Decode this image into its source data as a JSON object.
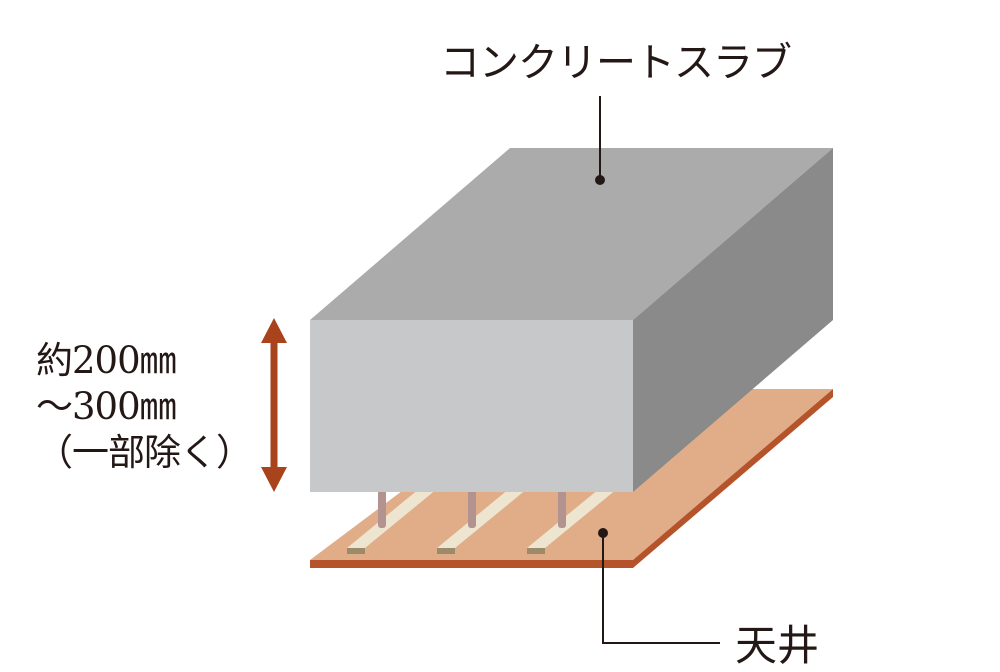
{
  "labels": {
    "slab": "コンクリートスラブ",
    "ceiling": "天井",
    "thickness_line1": "約200㎜",
    "thickness_line2": "～300㎜",
    "thickness_line3": "（一部除く）"
  },
  "colors": {
    "slab_top": "#ababab",
    "slab_front": "#c7c8ca",
    "slab_side": "#8a8a8a",
    "ceiling_board": "#e0ad88",
    "ceiling_edge": "#b5532a",
    "joist": "#ede5cf",
    "rod": "#b3938f",
    "arrow": "#a8431c",
    "leader": "#231815"
  },
  "icons": {
    "dimension_arrow": "double-headed-vertical-arrow-icon",
    "leader_dot": "leader-dot-icon"
  }
}
